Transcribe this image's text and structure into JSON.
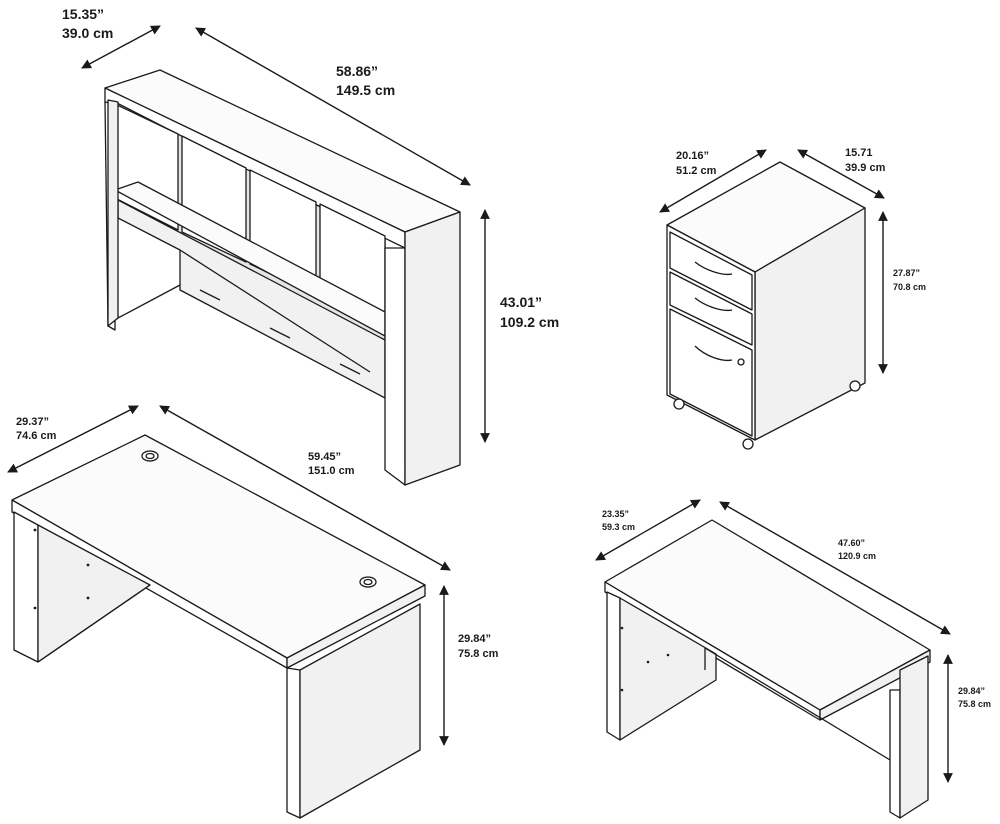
{
  "dimensions": {
    "hutch": {
      "depth": {
        "in": "15.35”",
        "cm": "39.0 cm"
      },
      "width": {
        "in": "58.86”",
        "cm": "149.5 cm"
      },
      "height": {
        "in": "43.01”",
        "cm": "109.2 cm"
      }
    },
    "file_cabinet": {
      "width": {
        "in": "20.16”",
        "cm": "51.2 cm"
      },
      "depth": {
        "in": "15.71",
        "cm": "39.9 cm"
      },
      "height": {
        "in": "27.87”",
        "cm": "70.8 cm"
      }
    },
    "desk": {
      "depth": {
        "in": "29.37”",
        "cm": "74.6 cm"
      },
      "width": {
        "in": "59.45”",
        "cm": "151.0 cm"
      },
      "height": {
        "in": "29.84”",
        "cm": "75.8 cm"
      }
    },
    "return_desk": {
      "depth": {
        "in": "23.35”",
        "cm": "59.3 cm"
      },
      "width": {
        "in": "47.60”",
        "cm": "120.9 cm"
      },
      "height": {
        "in": "29.84”",
        "cm": "75.8 cm"
      }
    }
  }
}
